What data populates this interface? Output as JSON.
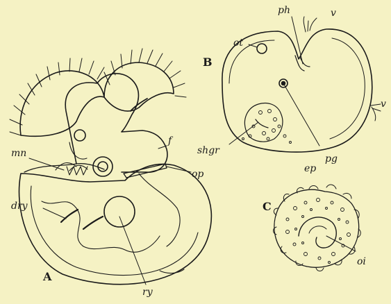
{
  "panels": {
    "a": "A",
    "b": "B",
    "c": "C"
  },
  "labels": {
    "ph": "ph",
    "v_top": "v",
    "ot": "ot",
    "v_right": "v",
    "f": "f",
    "mn": "mn",
    "op": "op",
    "shgr": "shgr",
    "ep": "ep",
    "pg": "pg",
    "dry": "dry",
    "oi": "oi",
    "ry": "ry"
  },
  "colors": {
    "background": "#f5f2c4",
    "ink": "#1a1a1a"
  }
}
